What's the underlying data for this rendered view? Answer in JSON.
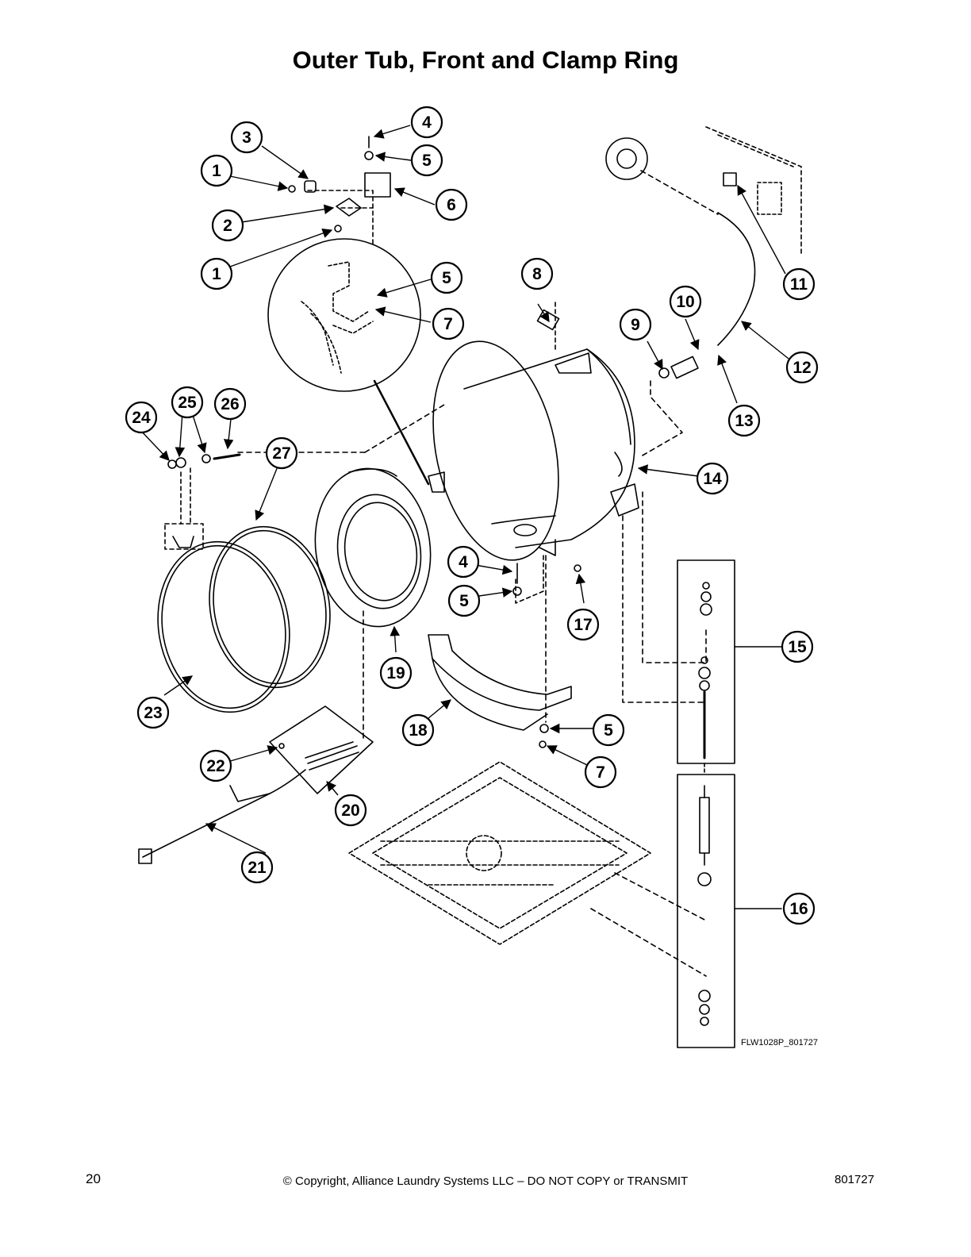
{
  "title": "Outer Tub, Front and Clamp Ring",
  "figure_ref": "FLW1028P_801727",
  "footer": {
    "page_number": "20",
    "copyright": "© Copyright, Alliance Laundry Systems LLC – DO NOT COPY or TRANSMIT",
    "doc_number": "801727"
  },
  "callouts": [
    "1",
    "2",
    "3",
    "4",
    "5",
    "6",
    "7",
    "8",
    "9",
    "10",
    "11",
    "12",
    "13",
    "14",
    "15",
    "16",
    "17",
    "18",
    "19",
    "20",
    "21",
    "22",
    "23",
    "24",
    "25",
    "26",
    "27"
  ]
}
